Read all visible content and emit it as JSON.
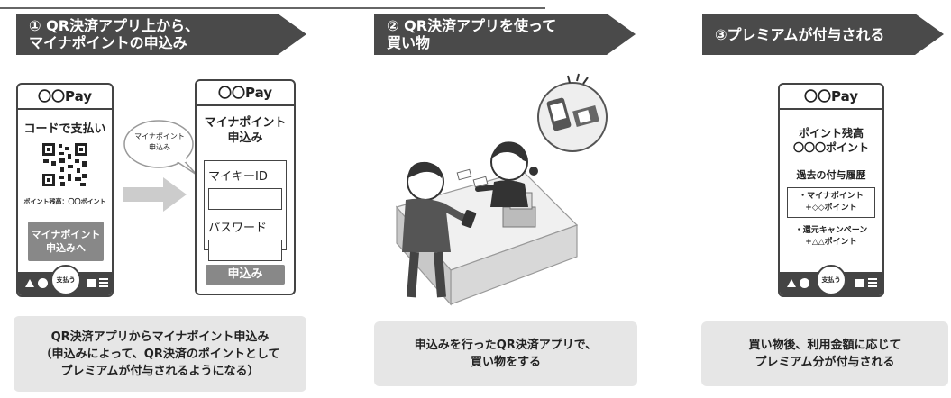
{
  "steps": [
    {
      "banner": "① QR決済アプリ上から、\nマイナポイントの申込み",
      "caption": "QR決済アプリからマイナポイント申込み\n（申込みによって、QR決済のポイントとして\nプレミアムが付与されるようになる）"
    },
    {
      "banner": "② QR決済アプリを使って\n買い物",
      "caption": "申込みを行ったQR決済アプリで、\n買い物をする"
    },
    {
      "banner": "③プレミアムが付与される",
      "caption": "買い物後、利用金額に応じて\nプレミアム分が付与される"
    }
  ],
  "phone1": {
    "brand": "〇〇Pay",
    "title": "コードで支払い",
    "points": "ポイント残高：〇〇ポイント",
    "button": "マイナポイント\n申込みへ",
    "pay": "支払う"
  },
  "bubble": "マイナポイント\n申込み",
  "phone2": {
    "brand": "〇〇Pay",
    "title": "マイナポイント\n申込み",
    "id_label": "マイキーID",
    "pw_label": "パスワード",
    "submit": "申込み"
  },
  "phone3": {
    "brand": "〇〇Pay",
    "balance": "ポイント残高\n〇〇〇ポイント",
    "history_title": "過去の付与履歴",
    "item1": "・マイナポイント\n+◇◇ポイント",
    "item2": "・還元キャンペーン\n+△△ポイント",
    "pay": "支払う"
  }
}
